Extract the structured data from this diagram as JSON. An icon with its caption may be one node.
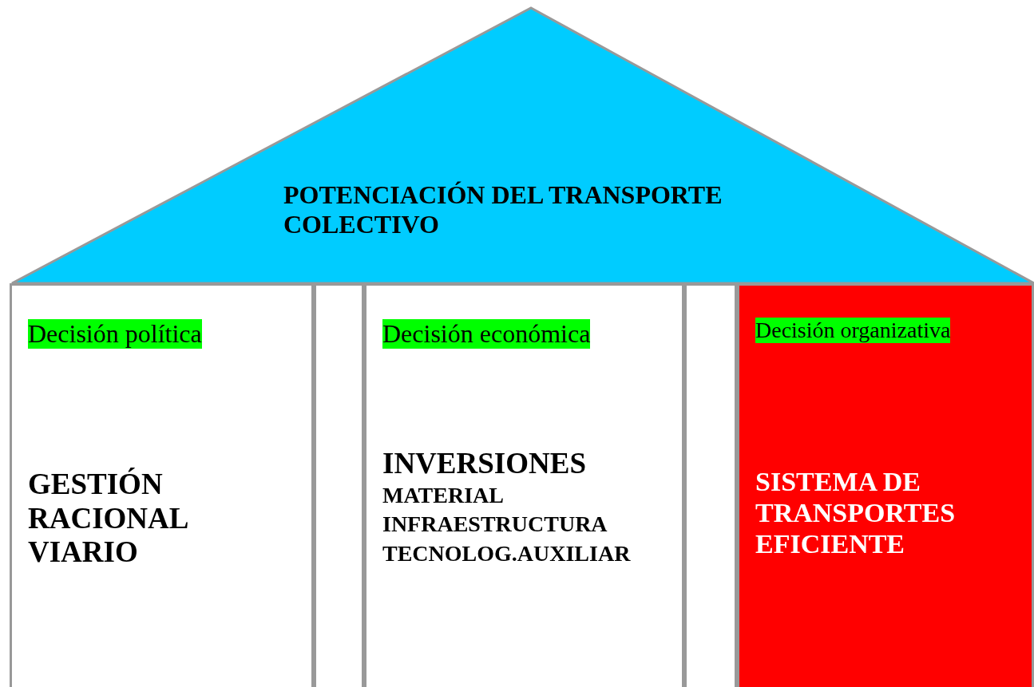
{
  "diagram": {
    "nodes": [
      {
        "text": [
          "POTENCIACIÓN DEL TRANSPORTE COLECTIVO"
        ]
      },
      {
        "text": [
          "Decisión política",
          "GESTIÓN RACIONAL VIARIO"
        ]
      },
      {
        "text": [],
        "shape": "box"
      },
      {
        "text": [
          "Decisión económica",
          "INVERSIONES",
          "MATERIAL INFRAESTRUCTURA TECNOLOG.AUXILIAR"
        ]
      },
      {
        "text": [],
        "shape": "box"
      },
      {
        "text": [
          "Decisión organizativa",
          "SISTEMA DE TRANSPORTES EFICIENTE"
        ]
      }
    ]
  }
}
